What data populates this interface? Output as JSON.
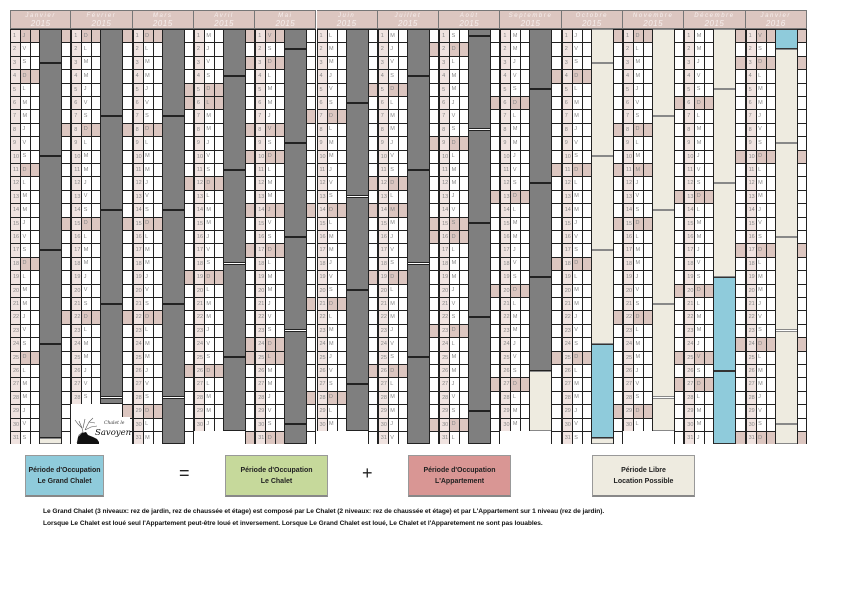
{
  "colors": {
    "header": "#dcc6c0",
    "holiday": "#dcc6c0",
    "day_number": "#f0e3e0",
    "occupied": "#7f7f7f",
    "free": "#eeebe0",
    "grand_chalet": "#8fcbdb",
    "chalet": "#c6d99b",
    "appartement": "#d99694"
  },
  "months": [
    {
      "name": "Janvier",
      "year": "2015",
      "letters": "JVSDLMMJVSDLMMJVSDLMMJVSDLMMJVS",
      "tinted": [
        1,
        4,
        11,
        18,
        25
      ],
      "segments": [
        {
          "from": 0,
          "to": 2.5,
          "type": "grey"
        },
        {
          "from": 2.5,
          "to": 9.5,
          "type": "grey"
        },
        {
          "from": 9.5,
          "to": 16.5,
          "type": "grey"
        },
        {
          "from": 16.5,
          "to": 23.5,
          "type": "grey"
        },
        {
          "from": 23.5,
          "to": 30.5,
          "type": "grey"
        },
        {
          "from": 30.5,
          "to": 31,
          "type": "beige"
        }
      ]
    },
    {
      "name": "Février",
      "year": "2015",
      "letters": "DLMMJVSDLMMJVSDLMMJVSDLMMJVS",
      "tinted": [
        1,
        8,
        15,
        22
      ],
      "segments": [
        {
          "from": 0,
          "to": 6.5,
          "type": "grey"
        },
        {
          "from": 6.5,
          "to": 13.5,
          "type": "grey"
        },
        {
          "from": 13.5,
          "to": 20.5,
          "type": "grey"
        },
        {
          "from": 20.5,
          "to": 27.5,
          "type": "grey"
        },
        {
          "from": 27.5,
          "to": 28,
          "type": "grey"
        }
      ]
    },
    {
      "name": "Mars",
      "year": "2015",
      "letters": "DLMMJVSDLMMJVSDLMMJVSDLMMJVSDLM",
      "tinted": [
        1,
        8,
        15,
        22,
        29
      ],
      "segments": [
        {
          "from": 0,
          "to": 6.5,
          "type": "grey"
        },
        {
          "from": 6.5,
          "to": 13.5,
          "type": "grey"
        },
        {
          "from": 13.5,
          "to": 20.5,
          "type": "grey"
        },
        {
          "from": 20.5,
          "to": 27.5,
          "type": "grey"
        },
        {
          "from": 27.5,
          "to": 31,
          "type": "grey"
        }
      ]
    },
    {
      "name": "Avril",
      "year": "2015",
      "letters": "MJVSDLMMJVSDLMMJVSDLMMJVSDLMMJ",
      "tinted": [
        5,
        6,
        12,
        19,
        26
      ],
      "segments": [
        {
          "from": 0,
          "to": 3.5,
          "type": "grey"
        },
        {
          "from": 3.5,
          "to": 10.5,
          "type": "grey"
        },
        {
          "from": 10.5,
          "to": 17.5,
          "type": "grey"
        },
        {
          "from": 17.5,
          "to": 24.5,
          "type": "grey"
        },
        {
          "from": 24.5,
          "to": 30,
          "type": "grey"
        }
      ]
    },
    {
      "name": "Mai",
      "year": "2015",
      "letters": "VSDLMMJVSDLMMJVSDLMMJVSDLMMJVSD",
      "tinted": [
        1,
        3,
        8,
        10,
        14,
        17,
        24,
        25,
        31
      ],
      "segments": [
        {
          "from": 0,
          "to": 1.5,
          "type": "grey"
        },
        {
          "from": 1.5,
          "to": 8.5,
          "type": "grey"
        },
        {
          "from": 8.5,
          "to": 15.5,
          "type": "grey"
        },
        {
          "from": 15.5,
          "to": 22.5,
          "type": "grey"
        },
        {
          "from": 22.5,
          "to": 29.5,
          "type": "grey"
        },
        {
          "from": 29.5,
          "to": 31,
          "type": "grey"
        }
      ]
    },
    {
      "name": "Juin",
      "year": "2015",
      "letters": "LMMJVSDLMMJVSDLMMJVSDLMMJVSDLM",
      "tinted": [
        7,
        14,
        21,
        28
      ],
      "segments": [
        {
          "from": 0,
          "to": 5.5,
          "type": "grey"
        },
        {
          "from": 5.5,
          "to": 12.5,
          "type": "grey"
        },
        {
          "from": 12.5,
          "to": 19.5,
          "type": "grey"
        },
        {
          "from": 19.5,
          "to": 26.5,
          "type": "grey"
        },
        {
          "from": 26.5,
          "to": 30,
          "type": "grey"
        }
      ]
    },
    {
      "name": "Juillet",
      "year": "2015",
      "letters": "MJVSDLMMJVSDLMMJVSDLMMJVSDLMMJV",
      "tinted": [
        5,
        12,
        14,
        19,
        26
      ],
      "segments": [
        {
          "from": 0,
          "to": 3.5,
          "type": "grey"
        },
        {
          "from": 3.5,
          "to": 10.5,
          "type": "grey"
        },
        {
          "from": 10.5,
          "to": 17.5,
          "type": "grey"
        },
        {
          "from": 17.5,
          "to": 24.5,
          "type": "grey"
        },
        {
          "from": 24.5,
          "to": 31,
          "type": "grey"
        }
      ]
    },
    {
      "name": "Août",
      "year": "2015",
      "letters": "SDLMMJVSDLMMJVSDLMMJVSDLMMJVSDL",
      "tinted": [
        2,
        9,
        15,
        16,
        23,
        30
      ],
      "segments": [
        {
          "from": 0,
          "to": 0.5,
          "type": "grey"
        },
        {
          "from": 0.5,
          "to": 7.5,
          "type": "grey"
        },
        {
          "from": 7.5,
          "to": 14.5,
          "type": "grey"
        },
        {
          "from": 14.5,
          "to": 21.5,
          "type": "grey"
        },
        {
          "from": 21.5,
          "to": 28.5,
          "type": "grey"
        },
        {
          "from": 28.5,
          "to": 31,
          "type": "grey"
        }
      ]
    },
    {
      "name": "Septembre",
      "year": "2015",
      "letters": "MMJVSDLMMJVSDLMMJVSDLMMJVSDLMM",
      "tinted": [
        6,
        13,
        20,
        27
      ],
      "segments": [
        {
          "from": 0,
          "to": 4.5,
          "type": "grey"
        },
        {
          "from": 4.5,
          "to": 11.5,
          "type": "grey"
        },
        {
          "from": 11.5,
          "to": 18.5,
          "type": "grey"
        },
        {
          "from": 18.5,
          "to": 25.5,
          "type": "grey"
        },
        {
          "from": 25.5,
          "to": 30,
          "type": "beige"
        }
      ]
    },
    {
      "name": "Octobre",
      "year": "2015",
      "letters": "JVSDLMMJVSDLMMJVSDLMMJVSDLMMJVS",
      "tinted": [
        4,
        11,
        18,
        25
      ],
      "segments": [
        {
          "from": 0,
          "to": 2.5,
          "type": "beige"
        },
        {
          "from": 2.5,
          "to": 9.5,
          "type": "beige"
        },
        {
          "from": 9.5,
          "to": 16.5,
          "type": "beige"
        },
        {
          "from": 16.5,
          "to": 23.5,
          "type": "beige"
        },
        {
          "from": 23.5,
          "to": 30.5,
          "type": "blue"
        },
        {
          "from": 30.5,
          "to": 31,
          "type": "beige"
        }
      ]
    },
    {
      "name": "Novembre",
      "year": "2015",
      "letters": "DLMMJVSDLMMJVSDLMMJVSDLMMJVSDL",
      "tinted": [
        1,
        8,
        11,
        15,
        22,
        29
      ],
      "segments": [
        {
          "from": 0,
          "to": 6.5,
          "type": "beige"
        },
        {
          "from": 6.5,
          "to": 13.5,
          "type": "beige"
        },
        {
          "from": 13.5,
          "to": 20.5,
          "type": "beige"
        },
        {
          "from": 20.5,
          "to": 27.5,
          "type": "beige"
        },
        {
          "from": 27.5,
          "to": 30,
          "type": "beige"
        }
      ]
    },
    {
      "name": "Décembre",
      "year": "2015",
      "letters": "MMJVSDLMMJVSDLMMJVSDLMMJVSDLMMJ",
      "tinted": [
        6,
        13,
        20,
        25,
        27
      ],
      "segments": [
        {
          "from": 0,
          "to": 4.5,
          "type": "beige"
        },
        {
          "from": 4.5,
          "to": 11.5,
          "type": "beige"
        },
        {
          "from": 11.5,
          "to": 18.5,
          "type": "beige"
        },
        {
          "from": 18.5,
          "to": 25.5,
          "type": "blue"
        },
        {
          "from": 25.5,
          "to": 31,
          "type": "blue"
        }
      ]
    },
    {
      "name": "Janvier",
      "year": "2016",
      "letters": "VSDLMMJVSDLMMJVSDLMMJVSDLMMJVSD",
      "tinted": [
        1,
        3,
        10,
        17,
        24,
        31
      ],
      "segments": [
        {
          "from": 0,
          "to": 1.5,
          "type": "blue"
        },
        {
          "from": 1.5,
          "to": 8.5,
          "type": "beige"
        },
        {
          "from": 8.5,
          "to": 15.5,
          "type": "beige"
        },
        {
          "from": 15.5,
          "to": 22.5,
          "type": "beige"
        },
        {
          "from": 22.5,
          "to": 29.5,
          "type": "beige"
        },
        {
          "from": 29.5,
          "to": 31,
          "type": "beige"
        }
      ]
    }
  ],
  "logo": {
    "line1": "Chalet le",
    "line2": "Savoyen"
  },
  "legend": {
    "grand_chalet": {
      "line1": "Période d'Occupation",
      "line2": "Le Grand Chalet"
    },
    "equals": "=",
    "chalet": {
      "line1": "Période d'Occupation",
      "line2": "Le Chalet"
    },
    "plus": "+",
    "appartement": {
      "line1": "Période d'Occupation",
      "line2": "L'Appartement"
    },
    "libre": {
      "line1": "Période Libre",
      "line2": "Location Possible"
    }
  },
  "notes": [
    "Le Grand Chalet (3 niveaux: rez de jardin, rez de chaussée et étage) est composé  par Le Chalet (2 niveaux: rez de chaussée et étage) et par L'Appartement sur 1 niveau (rez de jardin).",
    "Lorsque Le Chalet est loué seul l'Appartement peut-être loué et inversement. Lorsque Le Grand Chalet est loué, Le Chalet et l'Apparetement ne sont pas louables."
  ]
}
